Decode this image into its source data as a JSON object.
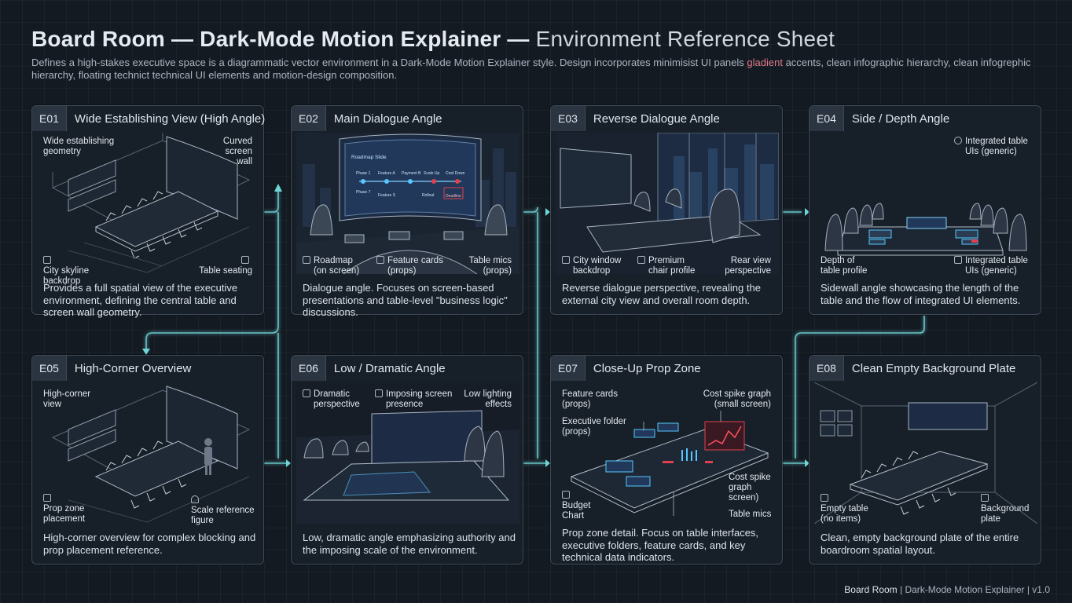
{
  "header": {
    "title_bold": "Board Room — Dark-Mode Motion Explainer —",
    "title_light": " Environment Reference Sheet",
    "subtitle_a": "Defines a high-stakes executive space is a diagrammatic vector environment in a Dark-Mode Motion Explainer style. Design incorporates minimisist UI panels ",
    "subtitle_accent": "gladient",
    "subtitle_b": " accents, clean infographic hierarchy, clean infogrephic hierarchy, floating technict technical UI elements and motion-design composition."
  },
  "footer": {
    "brand": "Board Room",
    "rest": " | Dark-Mode Motion Explainer | v1.0"
  },
  "colors": {
    "background": "#141a22",
    "card": "#181f29",
    "border": "#3f4a58",
    "connector": "#6fd6d8",
    "accent_red": "#e0404f"
  },
  "cards": [
    {
      "code": "E01",
      "title": "Wide Establishing View (High Angle)",
      "labels": [
        "Wide establishing\ngeometry",
        "Curved\nscreen\nwall",
        "City skyline\nbackdrop",
        "Table seating"
      ],
      "desc": "Provides a full spatial view of the executive environment, defining the central table and screen wall geometry."
    },
    {
      "code": "E02",
      "title": "Main Dialogue Angle",
      "labels": [
        "Roadmap\n(on screen)",
        "Feature cards\n(props)",
        "Table mics\n(props)"
      ],
      "screen": {
        "title": "Roadmap Slide",
        "row1": [
          "Phase 1",
          "Feature A",
          "Payment B",
          "Scale Up",
          "Cost Down"
        ],
        "row2": [
          "Phase 7",
          "Feature S",
          "Rollout",
          "Deadline"
        ],
        "badge": "Deadline"
      },
      "desc": "Dialogue angle. Focuses on screen-based presentations and table-level \"business logic\" discussions."
    },
    {
      "code": "E03",
      "title": "Reverse Dialogue Angle",
      "labels": [
        "City window\nbackdrop",
        "Premium\nchair profile",
        "Rear view\nperspective"
      ],
      "desc": "Reverse dialogue perspective, revealing the external city view and overall room depth."
    },
    {
      "code": "E04",
      "title": "Side / Depth Angle",
      "labels": [
        "Integrated table\nUIs (generic)",
        "Depth of\ntable profile",
        "Integrated table\nUIs (generic)"
      ],
      "desc": "Sidewall angle showcasing the length of the table and the flow of integrated UI elements."
    },
    {
      "code": "E05",
      "title": "High-Corner Overview",
      "labels": [
        "High-corner\nview",
        "Prop zone\nplacement",
        "Scale reference\nfigure"
      ],
      "desc": "High-corner overview for complex blocking and prop placement reference."
    },
    {
      "code": "E06",
      "title": "Low / Dramatic Angle",
      "labels": [
        "Dramatic\nperspective",
        "Imposing screen\npresence",
        "Low lighting\neffects"
      ],
      "desc": "Low, dramatic angle emphasizing authority and the imposing scale of the environment."
    },
    {
      "code": "E07",
      "title": "Close-Up Prop Zone",
      "labels": [
        "Feature cards\n(props)",
        "Cost spike graph\n(small screen)",
        "Executive folder\n(props)",
        "Cost spike\ngraph\nscreen)",
        "Budget\nChart",
        "Table mics"
      ],
      "desc": "Prop zone detail. Focus on table interfaces, executive folders, feature cards, and key technical data indicators."
    },
    {
      "code": "E08",
      "title": "Clean Empty Background Plate",
      "labels": [
        "Empty table\n(no items)",
        "Background\nplate"
      ],
      "desc": "Clean, empty background plate of the entire boardroom spatial layout."
    }
  ]
}
